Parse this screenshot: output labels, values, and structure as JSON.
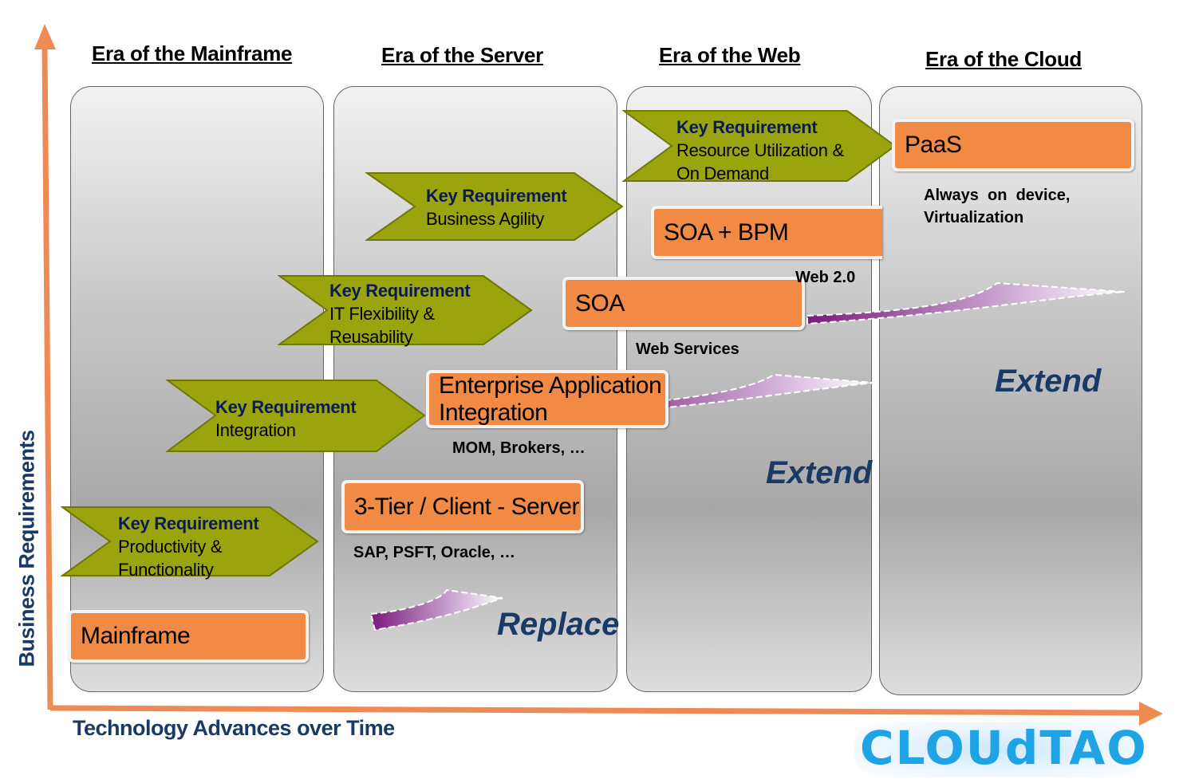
{
  "eras": [
    {
      "title": "Era of the Mainframe"
    },
    {
      "title": "Era of the Server"
    },
    {
      "title": "Era of the Web"
    },
    {
      "title": "Era of the Cloud"
    }
  ],
  "requirements": [
    {
      "heading": "Key Requirement",
      "lines": [
        "Resource Utilization &",
        "On Demand"
      ]
    },
    {
      "heading": "Key Requirement",
      "lines": [
        "Business Agility"
      ]
    },
    {
      "heading": "Key Requirement",
      "lines": [
        "IT Flexibility &",
        "Reusability"
      ]
    },
    {
      "heading": "Key Requirement",
      "lines": [
        "Integration"
      ]
    },
    {
      "heading": "Key Requirement",
      "lines": [
        "Productivity &",
        "Functionality"
      ]
    }
  ],
  "technologies": {
    "paas": "PaaS",
    "soa_bpm": "SOA + BPM",
    "soa": "SOA",
    "eai_line1": "Enterprise Application",
    "eai_line2": "Integration",
    "three_tier": "3-Tier / Client - Server",
    "mainframe": "Mainframe"
  },
  "notes": {
    "cloud_line1": "Always  on  device,",
    "cloud_line2": "Virtualization",
    "web20": "Web 2.0",
    "web_services": "Web Services",
    "mom": "MOM, Brokers, …",
    "sap": "SAP, PSFT, Oracle, …"
  },
  "transitions": {
    "extend_cloud": "Extend",
    "extend_web": "Extend",
    "replace": "Replace"
  },
  "axes": {
    "y_label": "Business Requirements",
    "x_label": "Technology Advances over Time"
  },
  "logo": "CLOUdTAO",
  "colors": {
    "axis": "#f08a55",
    "box": "#f08a45",
    "chevron": "#9aa40c",
    "heading": "#0b1a55",
    "verb": "#1a3a66",
    "logo": "#1ea3e6"
  }
}
